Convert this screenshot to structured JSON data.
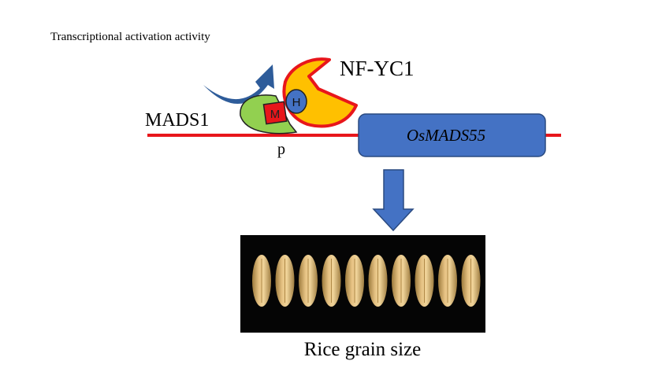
{
  "diagram": {
    "activity_label": "Transcriptional activation activity",
    "protein_nfyc1": "NF-YC1",
    "protein_mads1": "MADS1",
    "domain_m": "M",
    "domain_h": "H",
    "promoter_label": "p",
    "gene_label": "OsMADS55",
    "result_label": "Rice grain size"
  },
  "colors": {
    "dna_line": "#e8161b",
    "nfyc1_fill": "#ffc000",
    "nfyc1_stroke": "#e8161b",
    "mads1_fill": "#92d050",
    "m_domain_fill": "#e8161b",
    "h_domain_fill": "#4472c4",
    "gene_box_fill": "#4472c4",
    "arrow_fill": "#4472c4",
    "curved_arrow_fill": "#2e5c9a",
    "photo_bg": "#050505",
    "grain_color": "#d9b26a"
  },
  "icons": {
    "activation_arrow": "curved-arrow-icon",
    "down_arrow": "down-arrow-icon"
  }
}
